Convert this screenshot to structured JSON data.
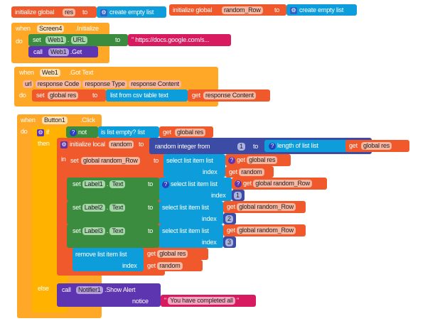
{
  "globals": [
    {
      "label": "initialize global",
      "name": "res",
      "to": "to",
      "value": "create empty list"
    },
    {
      "label": "initialize global",
      "name": "random_Row",
      "to": "to",
      "value": "create empty list"
    }
  ],
  "screen_init": {
    "when": "when",
    "component": "Screen4",
    "event": ".Initialize",
    "do": "do",
    "set": "set",
    "obj": "Web1",
    "dot": ".",
    "prop": "URL",
    "to": "to",
    "url": "\" https://docs.google.com/s...",
    "call": "call",
    "call_obj": "Web1",
    "method": ".Get"
  },
  "got_text": {
    "when": "when",
    "component": "Web1",
    "event": ".Got Text",
    "params": [
      "url",
      "response Code",
      "response Type",
      "response Content"
    ],
    "do": "do",
    "set": "set",
    "var": "global res",
    "to": "to",
    "fn": "list from csv table text",
    "get": "get",
    "get_var": "response Content"
  },
  "click": {
    "when": "when",
    "component": "Button1",
    "event": ".Click",
    "do": "do",
    "if": "if",
    "not": "not",
    "is_empty": "is list empty?  list",
    "get": "get",
    "global_res": "global res",
    "then": "then",
    "init_local": "initialize local",
    "local_name": "random",
    "to": "to",
    "rand_from": "random integer from",
    "one": "1",
    "two": "2",
    "three": "3",
    "length": "length of list  list",
    "in": "in",
    "set": "set",
    "global_row": "global random_Row",
    "select": "select list item  list",
    "index": "index",
    "random": "random",
    "labels": [
      "Label1",
      "Label2",
      "Label3"
    ],
    "text_prop": "Text",
    "dot": ".",
    "remove": "remove list item  list",
    "else": "else",
    "call": "call",
    "notifier": "Notifier1",
    "alert": ".Show Alert",
    "notice": "notice",
    "message": "You have completed all"
  }
}
